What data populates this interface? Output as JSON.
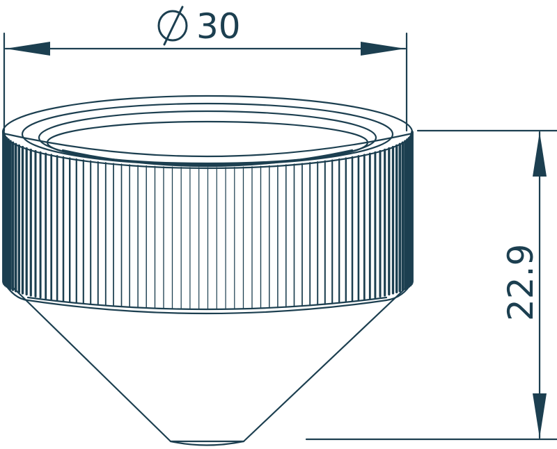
{
  "drawing": {
    "line_color": "#1c3f50",
    "background": "#ffffff",
    "diameter_label": "Ø30",
    "diameter_symbol": "Ø",
    "diameter_value": "30",
    "height_label": "22.9"
  }
}
